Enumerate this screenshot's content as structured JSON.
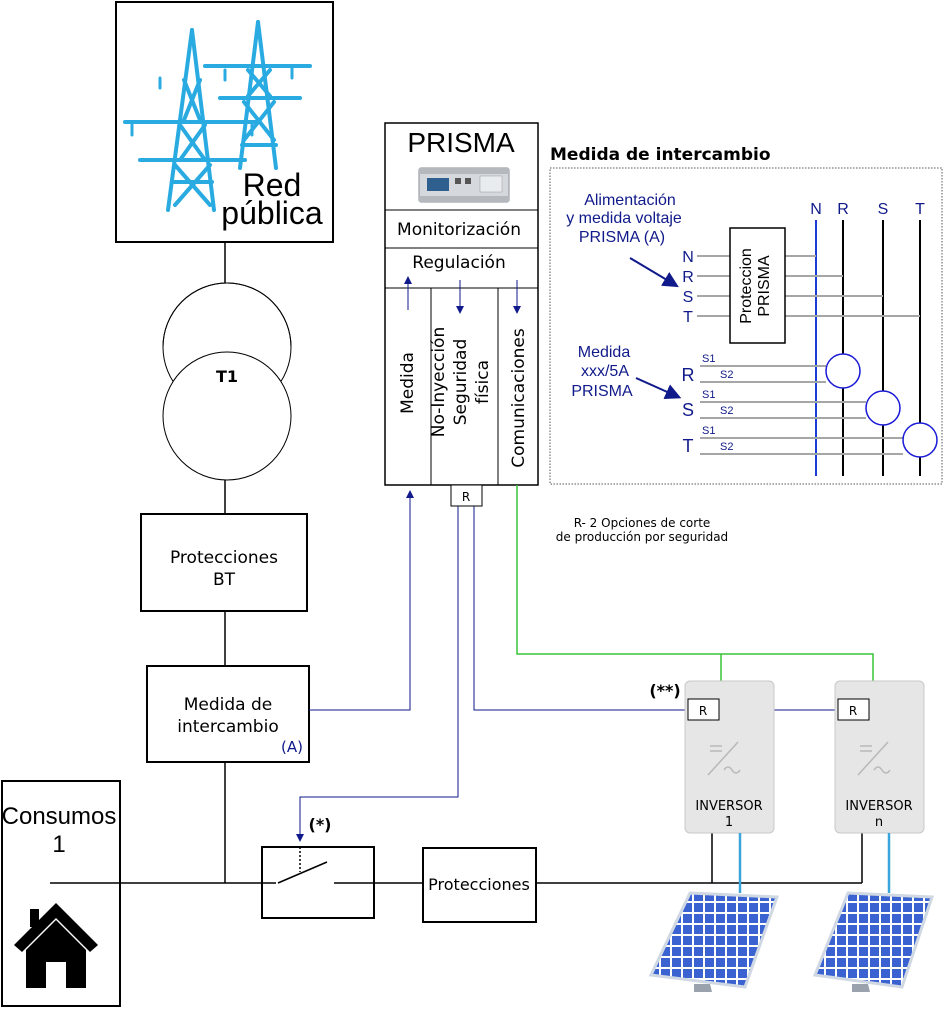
{
  "grid": {
    "title_line1": "Red",
    "title_line2": "pública",
    "transformer_label": "T1",
    "protections_bt_line1": "Protecciones",
    "protections_bt_line2": "BT",
    "exchange_meter_line1": "Medida de",
    "exchange_meter_line2": "intercambio",
    "exchange_meter_tag": "(A)"
  },
  "consumption": {
    "title_line1": "Consumos",
    "title_line2": "1"
  },
  "prisma": {
    "title": "PRISMA",
    "row_monitoring": "Monitorización",
    "row_regulation": "Regulación",
    "col_measure": "Medida",
    "col_noinjection_line1": "No-Inyección",
    "col_noinjection_line2": "Seguridad",
    "col_noinjection_line3": "física",
    "col_comms": "Comunicaciones",
    "relay": "R"
  },
  "notes": {
    "cut_options_line1": "R- 2 Opciones de corte",
    "cut_options_line2": "de producción por seguridad",
    "switch_mark": "(*)",
    "relay_mark": "(**)"
  },
  "protections_main": "Protecciones",
  "inverters": [
    {
      "label_line1": "INVERSOR",
      "label_line2": "1",
      "relay": "R"
    },
    {
      "label_line1": "INVERSOR",
      "label_line2": "n",
      "relay": "R"
    }
  ],
  "exchange_panel": {
    "title": "Medida de intercambio",
    "supply_line1": "Alimentación",
    "supply_line2": "y medida voltaje",
    "supply_line3": "PRISMA (A)",
    "phases_bus": [
      "N",
      "R",
      "S",
      "T"
    ],
    "supply_terminals": [
      "N",
      "R",
      "S",
      "T"
    ],
    "protection_line1": "Proteccion",
    "protection_line2": "PRISMA",
    "measure_line1": "Medida",
    "measure_line2": "xxx/5A",
    "measure_line3": "PRISMA",
    "ct_phases": [
      "R",
      "S",
      "T"
    ],
    "ct_s1": "S1",
    "ct_s2": "S2"
  },
  "colors": {
    "tower_blue": "#29abe2",
    "signal_navy": "#101a8a",
    "comms_green": "#39c43a",
    "dc_cable_blue": "#3aa5dc",
    "inverter_gray": "#e6e6e6"
  }
}
